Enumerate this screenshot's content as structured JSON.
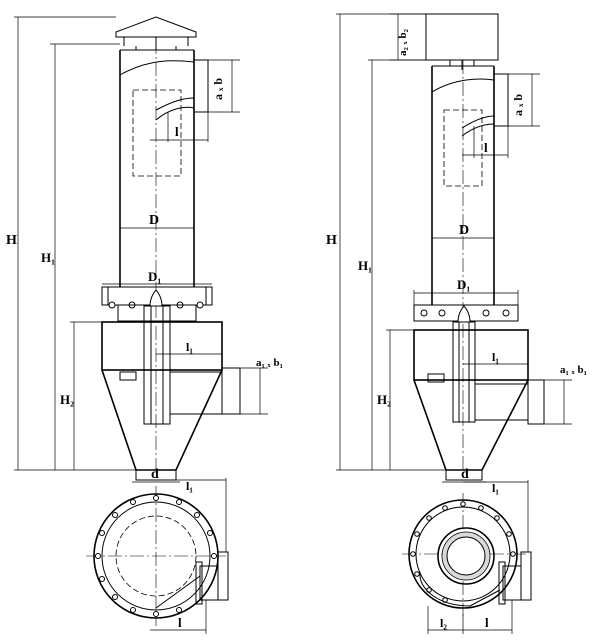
{
  "left_view": {
    "H": "H",
    "H1": "H₁",
    "H2": "H₂",
    "D": "D",
    "D1": "D₁",
    "d": "d",
    "l": "l",
    "l1": "l₁",
    "axb": "a ₓ b",
    "a1xb1": "a₁ ₓ b₁"
  },
  "right_view": {
    "H": "H",
    "H1": "H₁",
    "H2": "H₂",
    "D": "D",
    "D1": "D₁",
    "d": "d",
    "l": "l",
    "l1": "l₁",
    "axb": "a ₓ b",
    "a1xb1": "a₁ ₓ b₁",
    "a2xb2": "a₂ ₓ b₂"
  },
  "left_plan": {
    "l1": "l₁",
    "l": "l"
  },
  "right_plan": {
    "l1": "l₁",
    "l": "l",
    "l2": "l₂"
  }
}
